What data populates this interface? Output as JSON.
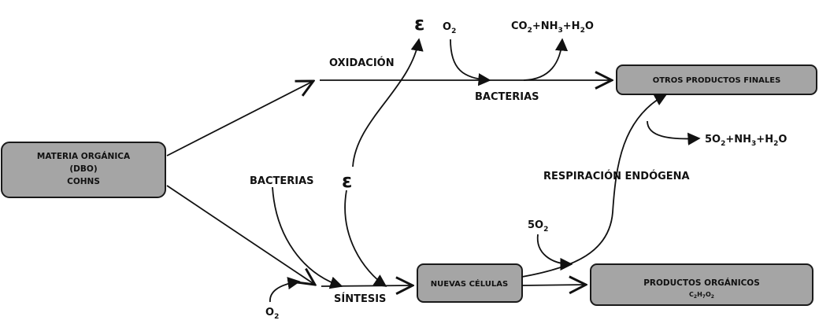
{
  "colors": {
    "box_fill": "#a5a5a5",
    "stroke": "#111111",
    "background": "#ffffff"
  },
  "nodes": {
    "materia": {
      "line1": "MATERIA ORGÁNICA",
      "line2": "(DBO)",
      "line3": "COHNS"
    },
    "otros_productos": {
      "label": "OTROS PRODUCTOS FINALES"
    },
    "nuevas_celulas": {
      "label": "NUEVAS CÉLULAS"
    },
    "productos_organicos": {
      "label": "PRODUCTOS ORGÁNICOS",
      "formula": {
        "c": "C",
        "c_sub": "2",
        "h": "H",
        "h_sub": "7",
        "o": "O",
        "o_sub": "2"
      }
    }
  },
  "labels": {
    "oxidacion": "OXIDACIÓN",
    "bacterias_top": "BACTERIAS",
    "bacterias_left": "BACTERIAS",
    "sintesis": "SÍNTESIS",
    "respiracion": "RESPIRACIÓN ENDÓGENA",
    "epsilon_top": "ε",
    "epsilon_mid": "ε"
  },
  "chem": {
    "o2_top": {
      "base": "O",
      "sub": "2"
    },
    "o2_bottom": {
      "base": "O",
      "sub": "2"
    },
    "five_o2_mid": {
      "base": "5O",
      "sub": "2"
    },
    "products_top": {
      "a": "CO",
      "a_sub": "2",
      "b": "+NH",
      "b_sub": "3",
      "c": "+H",
      "c_sub": "2",
      "d": "O"
    },
    "products_right": {
      "a": "5O",
      "a_sub": "2",
      "b": "+NH",
      "b_sub": "3",
      "c": "+H",
      "c_sub": "2",
      "d": "O"
    }
  }
}
